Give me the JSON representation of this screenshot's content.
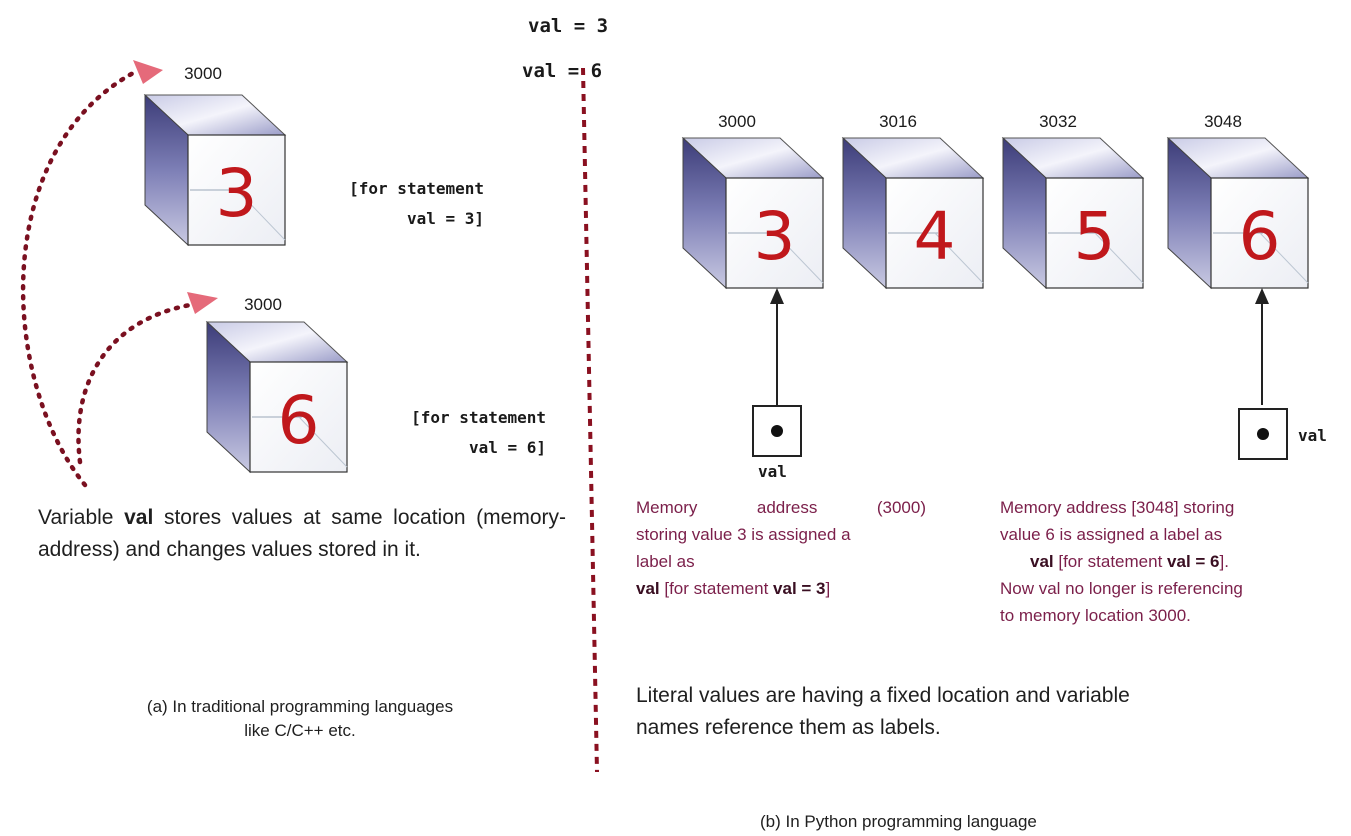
{
  "top_code": {
    "line1": "val = 3",
    "line2": "val = 6"
  },
  "left_panel": {
    "cube1": {
      "address": "3000",
      "digit": "3",
      "stmt_line1": "[for statement",
      "stmt_line2": "val = 3]"
    },
    "cube2": {
      "address": "3000",
      "digit": "6",
      "stmt_line1": "[for statement",
      "stmt_line2": "val = 6]"
    },
    "description_prefix": "Variable ",
    "description_bold": "val",
    "description_rest": " stores values at same location (memory-address) and changes values stored in it.",
    "caption_line1": "(a) In traditional programming languages",
    "caption_line2": "like C/C++ etc."
  },
  "right_panel": {
    "cubes": [
      {
        "address": "3000",
        "digit": "3"
      },
      {
        "address": "3016",
        "digit": "4"
      },
      {
        "address": "3032",
        "digit": "5"
      },
      {
        "address": "3048",
        "digit": "6"
      }
    ],
    "pointer_left_label": "val",
    "pointer_right_label": "val",
    "note_left": {
      "line1": "Memory address (3000)",
      "line2": "storing value 3 is assigned a",
      "line3": "label as",
      "line4_bold1": "val",
      "line4_mid": " [for statement ",
      "line4_bold2": "val = 3",
      "line4_end": "]"
    },
    "note_right": {
      "line1": "Memory address [3048] storing",
      "line2": "value 6 is assigned a label as",
      "line3_bold1": "val",
      "line3_mid": " [for statement ",
      "line3_bold2": "val = 6",
      "line3_end": "].",
      "line4": "Now val no longer is referencing",
      "line5": "to memory location 3000."
    },
    "literal_line1": "Literal values are having a fixed location and variable",
    "literal_line2": "names reference them as labels.",
    "caption": "(b) In Python programming language"
  },
  "colors": {
    "digit": "#c0181c",
    "note": "#7b1f4a",
    "divider": "#8a1020",
    "arrow": "#7a1020",
    "arrowhead": "#e56a7a",
    "cube_side": "#5a5a96"
  }
}
